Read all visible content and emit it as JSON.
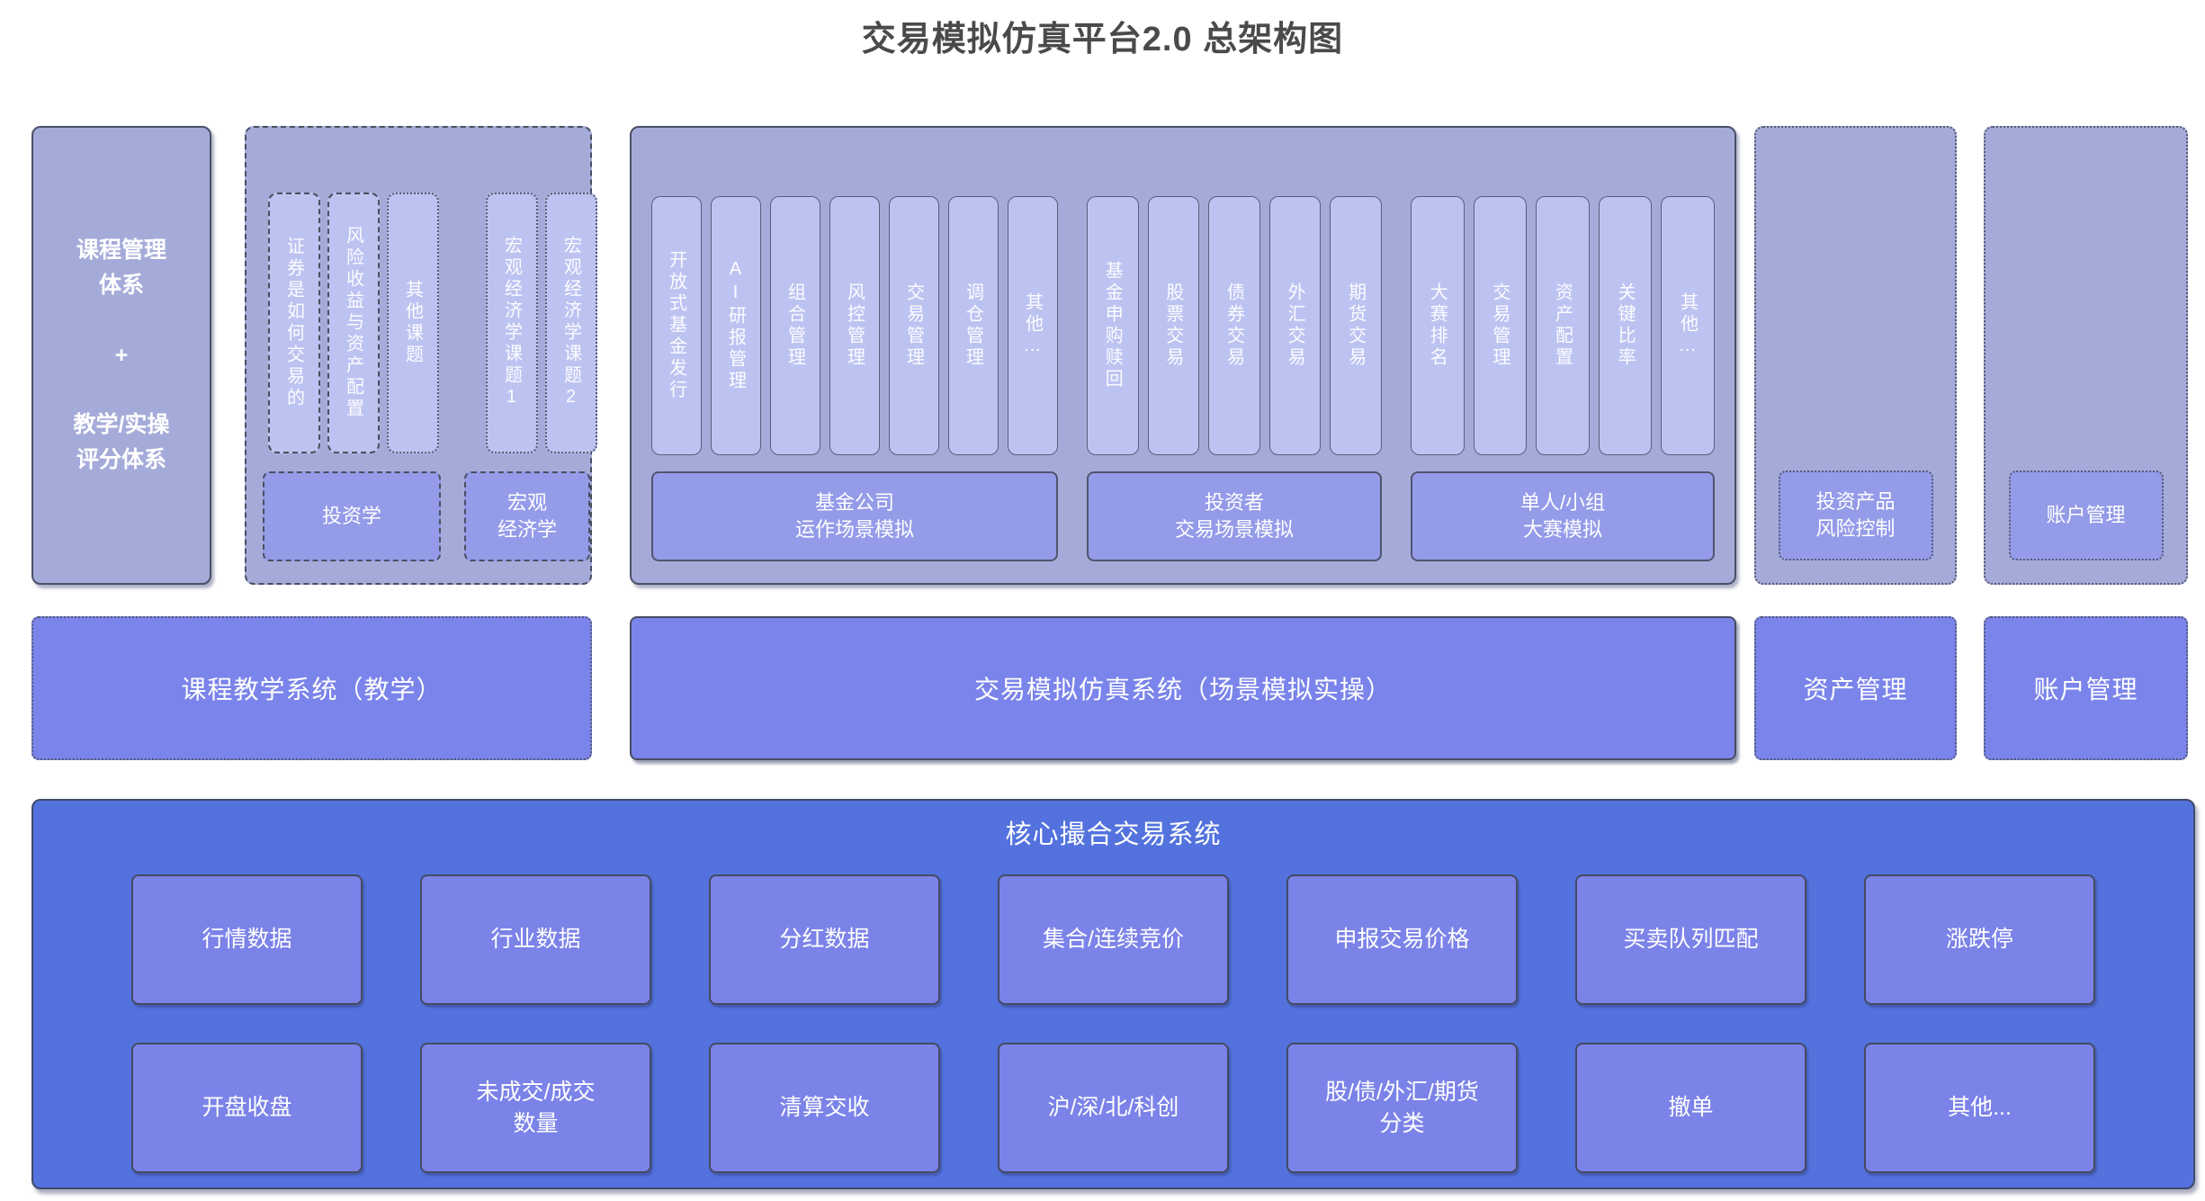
{
  "page_title": "交易模拟仿真平台2.0 总架构图",
  "colors": {
    "container_fill": "#a5abd9",
    "pill_fill": "#bdc3f1",
    "footer_fill": "#949be9",
    "system_fill": "#7a84ea",
    "core_fill": "#5372de",
    "core_item_fill": "#7b83e8",
    "border_dark": "#4b5068",
    "title_color": "#4a4a4a",
    "text_color": "#ffffff"
  },
  "top": {
    "course_block": {
      "text": "课程管理\n体系\n\n+\n\n教学/实操\n评分体系"
    },
    "topics": {
      "pills": [
        "证券是如何交易的",
        "风险收益与资产配置",
        "其他课题",
        "宏观经济学课题1",
        "宏观经济学课题2"
      ],
      "footers": [
        "投资学",
        "宏观\n经济学"
      ]
    },
    "simulation": {
      "groups": [
        {
          "pills": [
            "开放式基金发行",
            "AI研报管理",
            "组合管理",
            "风控管理",
            "交易管理",
            "调仓管理",
            "其他…"
          ],
          "footer": "基金公司\n运作场景模拟"
        },
        {
          "pills": [
            "基金申购赎回",
            "股票交易",
            "债券交易",
            "外汇交易",
            "期货交易"
          ],
          "footer": "投资者\n交易场景模拟"
        },
        {
          "pills": [
            "大赛排名",
            "交易管理",
            "资产配置",
            "关键比率",
            "其他…"
          ],
          "footer": "单人/小组\n大赛模拟"
        }
      ]
    },
    "risk_block": {
      "footer": "投资产品\n风险控制"
    },
    "account_block": {
      "footer": "账户管理"
    }
  },
  "systems": [
    "课程教学系统（教学）",
    "交易模拟仿真系统（场景模拟实操）",
    "资产管理",
    "账户管理"
  ],
  "core": {
    "title": "核心撮合交易系统",
    "rows": [
      [
        "行情数据",
        "行业数据",
        "分红数据",
        "集合/连续竞价",
        "申报交易价格",
        "买卖队列匹配",
        "涨跌停"
      ],
      [
        "开盘收盘",
        "未成交/成交\n数量",
        "清算交收",
        "沪/深/北/科创",
        "股/债/外汇/期货\n分类",
        "撤单",
        "其他..."
      ]
    ]
  }
}
